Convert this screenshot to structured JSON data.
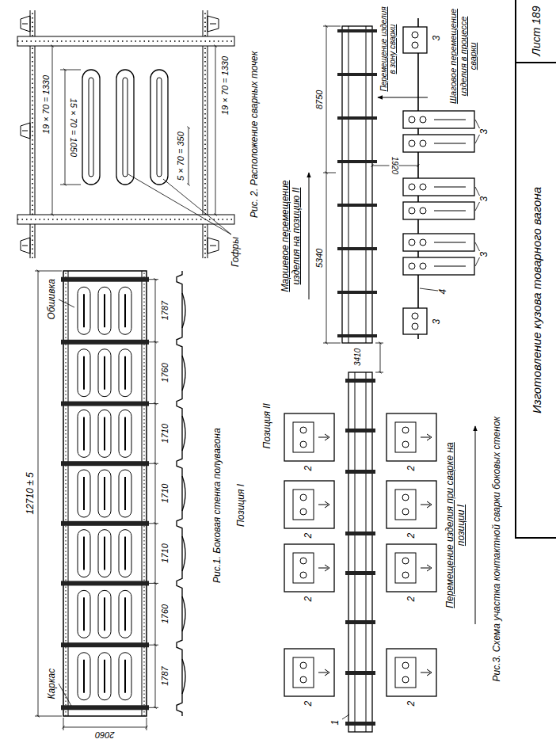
{
  "diagram": {
    "nodes": [
      {
        "text": [
          "Изготовление кузова товарного вагона"
        ]
      },
      {
        "text": [
          "Лист 189"
        ]
      }
    ],
    "labels": [
      "12710 ± 5",
      "2060",
      "Обшивка",
      "Каркас",
      "1787",
      "1760",
      "1710",
      "1710",
      "1710",
      "1760",
      "1787",
      "Рис.1. Боковая стенка полувагона",
      "Позиция I",
      "19 × 70 = 1330",
      "15 × 70 = 1050",
      "5 × 70 = 350",
      "19 × 70 = 1330",
      "Гофры",
      "Рис. 2. Расположение сварных точек",
      "Позиция II",
      "Маршевое перемещение изделия на позицию II",
      "8750",
      "5340",
      "1920",
      "3410",
      "Перемещение изделия в зону сварки",
      "Шаговое перемещение изделия в процессе сварки",
      "Перемещение изделия при сварке на позиции I",
      "Рис.3. Схема участка контактной сварки боковых стенок",
      "1",
      "2",
      "2",
      "2",
      "2",
      "2",
      "2",
      "2",
      "2",
      "3",
      "3",
      "3",
      "3",
      "3",
      "4"
    ]
  }
}
